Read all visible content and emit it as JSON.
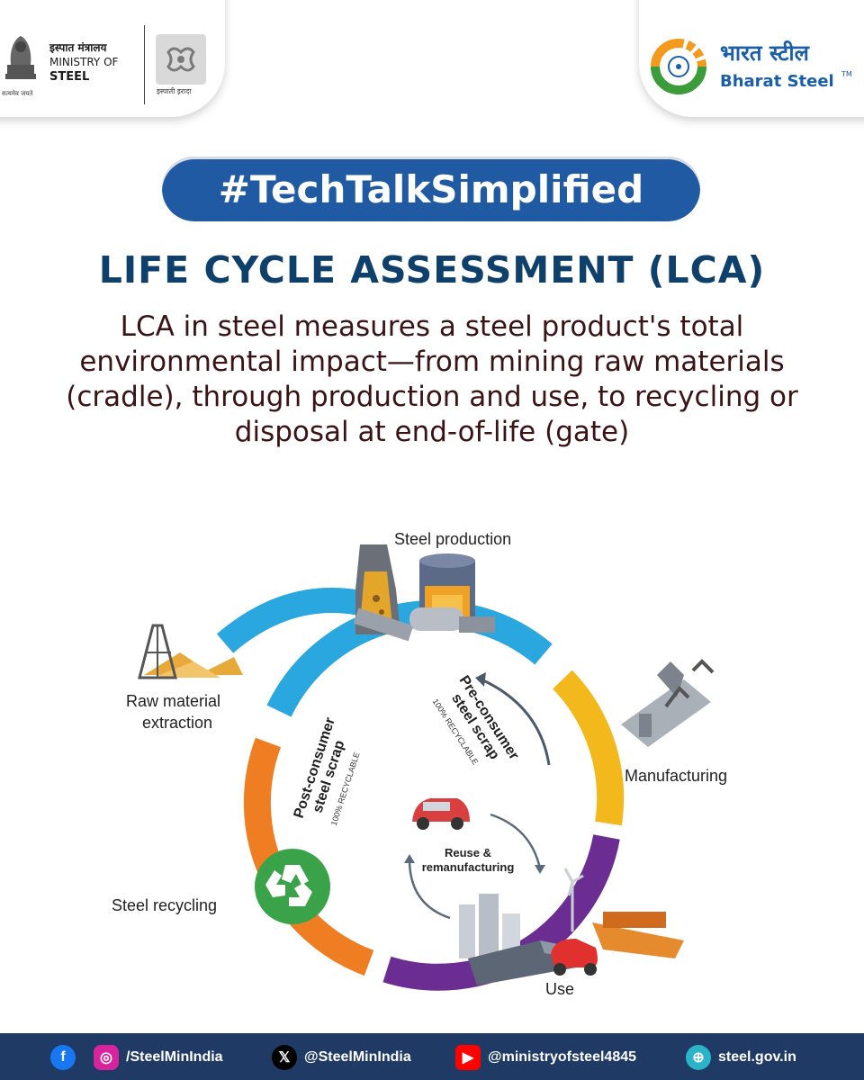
{
  "header": {
    "ministry_hindi": "इस्पात मंत्रालय",
    "ministry_line1": "MINISTRY OF",
    "ministry_line2": "STEEL",
    "emblem_motto": "सत्यमेव जयते",
    "ispat_caption": "इस्पाती इरादा",
    "brand_hindi": "भारत स्टील",
    "brand_english": "Bharat Steel",
    "brand_tm": "TM"
  },
  "hashtag": "#TechTalkSimplified",
  "title": "LIFE CYCLE ASSESSMENT (LCA)",
  "description": "LCA in steel measures a steel product's total environmental impact—from mining raw materials (cradle), through production and use, to recycling or disposal at end-of-life (gate)",
  "diagram": {
    "stages": {
      "production": "Steel production",
      "raw": "Raw material\nextraction",
      "manufacturing": "Manufacturing",
      "recycling": "Steel recycling",
      "use": "Use"
    },
    "pre_consumer": {
      "line1": "Pre-consumer",
      "line2": "steel scrap",
      "note": "100% RECYCLABLE"
    },
    "post_consumer": {
      "line1": "Post-consumer",
      "line2": "steel scrap",
      "note": "100% RECYCLABLE"
    },
    "reuse": {
      "line1": "Reuse &",
      "line2": "remanufacturing"
    },
    "colors": {
      "blue": "#2aa7df",
      "yellow": "#f3b81c",
      "purple": "#6b2d91",
      "orange": "#ef7d22",
      "green": "#3aa34a"
    }
  },
  "footer": {
    "facebook_icon": "facebook-icon",
    "instagram_icon": "instagram-icon",
    "handle": "/SteelMinIndia",
    "x_handle": "@SteelMinIndia",
    "youtube_handle": "@ministryofsteel4845",
    "website": "steel.gov.in"
  }
}
